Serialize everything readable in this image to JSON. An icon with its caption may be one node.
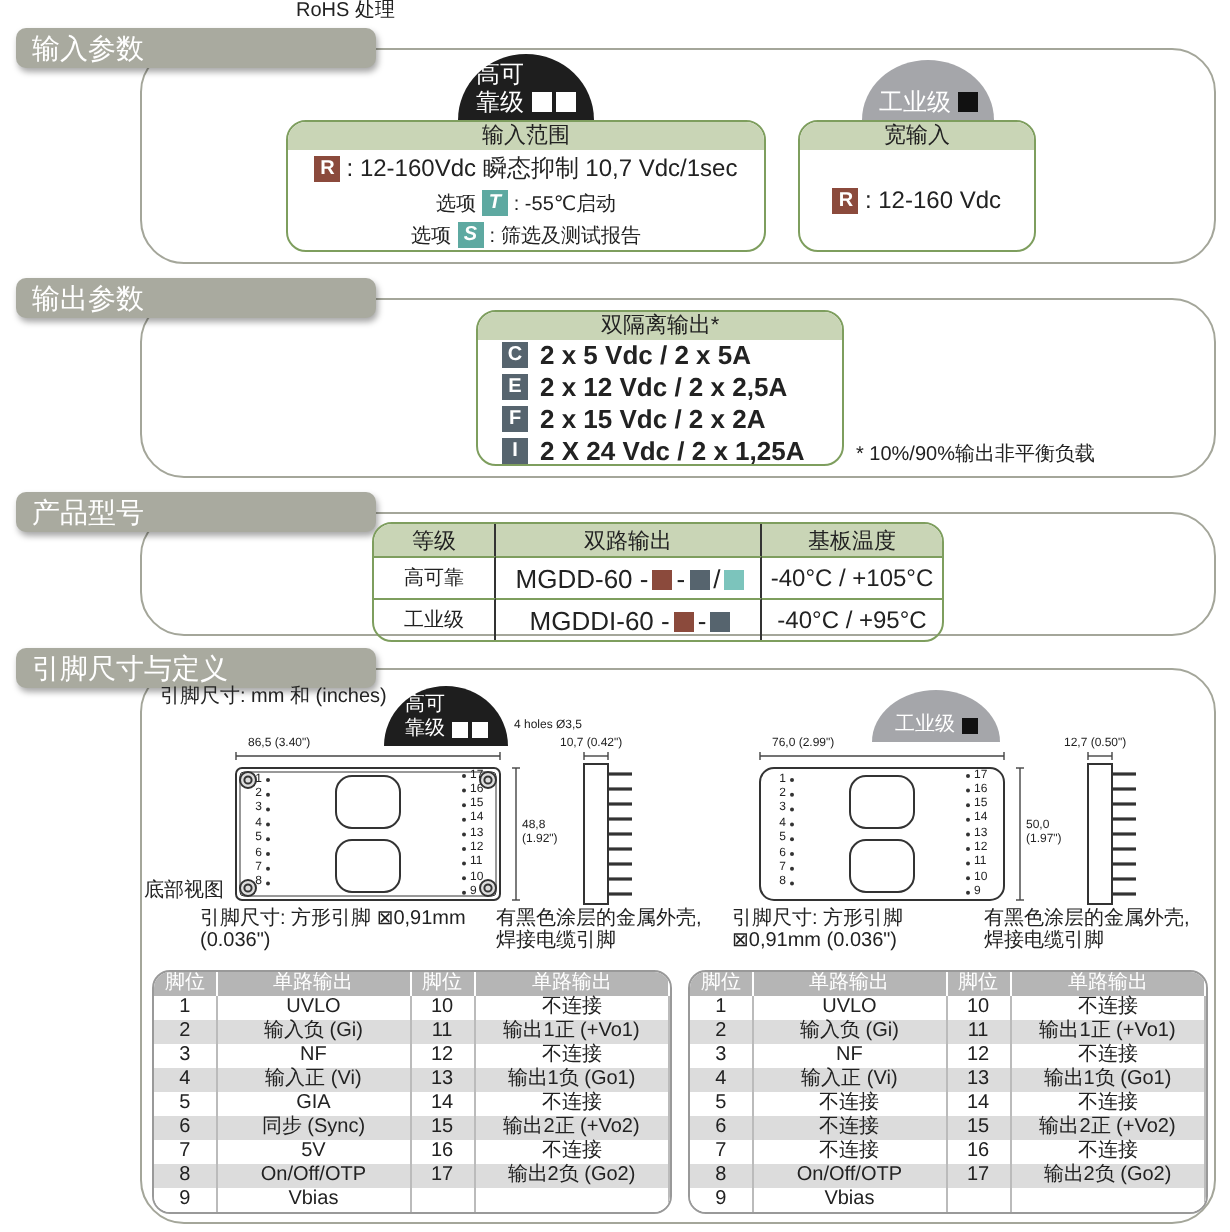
{
  "diagram": {
    "nodes": [
      {
        "text": [
          "输入参数"
        ]
      },
      {
        "text": [
          "高可靠级"
        ],
        "in": 0
      },
      {
        "text": [
          "输入范围",
          "R",
          ": 12-160Vdc 瞬态抑制 10,7 Vdc/1sec",
          "选项",
          "T",
          ": -55℃启动",
          "选项",
          "S",
          ": 筛选及测试报告"
        ],
        "in": 0
      },
      {
        "text": [
          "工业级"
        ],
        "in": 0
      },
      {
        "text": [
          "宽输入",
          "R",
          ": 12-160 Vdc"
        ],
        "in": 0
      },
      {
        "text": [
          "输出参数"
        ]
      },
      {
        "text": [
          "双隔离输出*",
          "C",
          "2 x 5 Vdc / 2 x 5A",
          "E",
          "2 x 12 Vdc / 2 x 2,5A",
          "F",
          "2 x 15 Vdc / 2 x 2A",
          "I",
          "2 X 24 Vdc / 2 x 1,25A"
        ],
        "in": 5,
        "beside": [
          "* 10%/90%输出非平衡负载"
        ]
      },
      {
        "text": [
          "产品型号"
        ]
      },
      {
        "text": [
          "引脚尺寸与定义"
        ]
      },
      {
        "text": [
          "高可靠级"
        ],
        "in": 8
      },
      {
        "text": [
          "工业级"
        ],
        "in": 8
      }
    ],
    "labels": [
      "RoHS 处理",
      "等级",
      "双路输出",
      "基板温度",
      "高可靠",
      "MGDD-60 -",
      "-",
      "/",
      "-40°C / +105°C",
      "工业级",
      "MGDDI-60 -",
      "-",
      "-40°C / +95°C",
      "引脚尺寸: mm 和 (inches)",
      "86,5 (3.40\")",
      "4 holes Ø3,5",
      "10,7 (0.42\")",
      "48,8 (1.92\")",
      "1",
      "2",
      "3",
      "4",
      "5",
      "6",
      "7",
      "8",
      "17",
      "16",
      "15",
      "14",
      "13",
      "12",
      "11",
      "10",
      "9",
      "底部视图",
      "引脚尺寸: 方形引脚 ⊠0,91mm (0.036\")",
      "有黑色涂层的金属外壳, 焊接电缆引脚",
      "76,0 (2.99\")",
      "12,7 (0.50\")",
      "50,0 (1.97\")",
      "1",
      "2",
      "3",
      "4",
      "5",
      "6",
      "7",
      "8",
      "17",
      "16",
      "15",
      "14",
      "13",
      "12",
      "11",
      "10",
      "9",
      "引脚尺寸: 方形引脚 ⊠0,91mm (0.036\")",
      "有黑色涂层的金属外壳, 焊接电缆引脚",
      "脚位",
      "单路输出",
      "脚位",
      "单路输出",
      "1",
      "UVLO",
      "10",
      "不连接",
      "2",
      "输入负 (Gi)",
      "11",
      "输出1正 (+Vo1)",
      "3",
      "NF",
      "12",
      "不连接",
      "4",
      "输入正 (Vi)",
      "13",
      "输出1负 (Go1)",
      "5",
      "GIA",
      "14",
      "不连接",
      "6",
      "同步 (Sync)",
      "15",
      "输出2正 (+Vo2)",
      "7",
      "5V",
      "16",
      "不连接",
      "8",
      "On/Off/OTP",
      "17",
      "输出2负 (Go2)",
      "9",
      "Vbias",
      "脚位",
      "单路输出",
      "脚位",
      "单路输出",
      "1",
      "UVLO",
      "10",
      "不连接",
      "2",
      "输入负 (Gi)",
      "11",
      "输出1正 (+Vo1)",
      "3",
      "NF",
      "12",
      "不连接",
      "4",
      "输入正 (Vi)",
      "13",
      "输出1负 (Go1)",
      "5",
      "不连接",
      "14",
      "不连接",
      "6",
      "不连接",
      "15",
      "输出2正 (+Vo2)",
      "7",
      "不连接",
      "16",
      "不连接",
      "8",
      "On/Off/OTP",
      "17",
      "输出2负 (Go2)",
      "9",
      "Vbias"
    ]
  }
}
